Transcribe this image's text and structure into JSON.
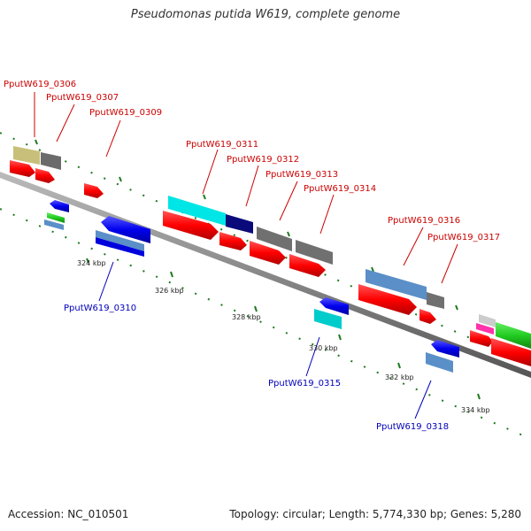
{
  "title": "Pseudomonas putida W619, complete genome",
  "footer": {
    "accession": "Accession: NC_010501",
    "summary": "Topology: circular; Length: 5,774,330 bp; Genes: 5,280"
  },
  "colors": {
    "backbone": "#888888",
    "tick": "#1f7a1f",
    "label_top": "#cc0000",
    "label_bottom": "#0000bb"
  },
  "ruler": [
    "324 kbp",
    "326 kbp",
    "328 kbp",
    "330 kbp",
    "332 kbp",
    "334 kbp"
  ],
  "gene_labels": [
    {
      "text": "PputW619_0306",
      "strand": "top"
    },
    {
      "text": "PputW619_0307",
      "strand": "top"
    },
    {
      "text": "PputW619_0309",
      "strand": "top"
    },
    {
      "text": "PputW619_0311",
      "strand": "top"
    },
    {
      "text": "PputW619_0312",
      "strand": "top"
    },
    {
      "text": "PputW619_0313",
      "strand": "top"
    },
    {
      "text": "PputW619_0314",
      "strand": "top"
    },
    {
      "text": "PputW619_0316",
      "strand": "top"
    },
    {
      "text": "PputW619_0317",
      "strand": "top"
    },
    {
      "text": "PputW619_0310",
      "strand": "bottom"
    },
    {
      "text": "PputW619_0315",
      "strand": "bottom"
    },
    {
      "text": "PputW619_0318",
      "strand": "bottom"
    }
  ],
  "features": [
    {
      "name": "cds-0306",
      "track": "cds",
      "color": "#c8c07a"
    },
    {
      "name": "cds-0307",
      "track": "cds",
      "color": "#6b6b6b"
    },
    {
      "name": "cds-0311",
      "track": "cds",
      "color": "#00e5e5"
    },
    {
      "name": "cds-0312-dark",
      "track": "cds",
      "color": "#0a0a7a"
    },
    {
      "name": "cds-0313",
      "track": "cds",
      "color": "#707070"
    },
    {
      "name": "cds-0314",
      "track": "cds",
      "color": "#707070"
    },
    {
      "name": "cds-0316",
      "track": "cds",
      "color": "#5b8fc7"
    },
    {
      "name": "cds-0317",
      "track": "cds",
      "color": "#707070"
    },
    {
      "name": "cds-0310",
      "track": "cds",
      "color": "#5b8fc7"
    },
    {
      "name": "cds-0315",
      "track": "cds",
      "color": "#00cccc"
    },
    {
      "name": "cds-0318",
      "track": "cds",
      "color": "#5b8fc7"
    }
  ]
}
